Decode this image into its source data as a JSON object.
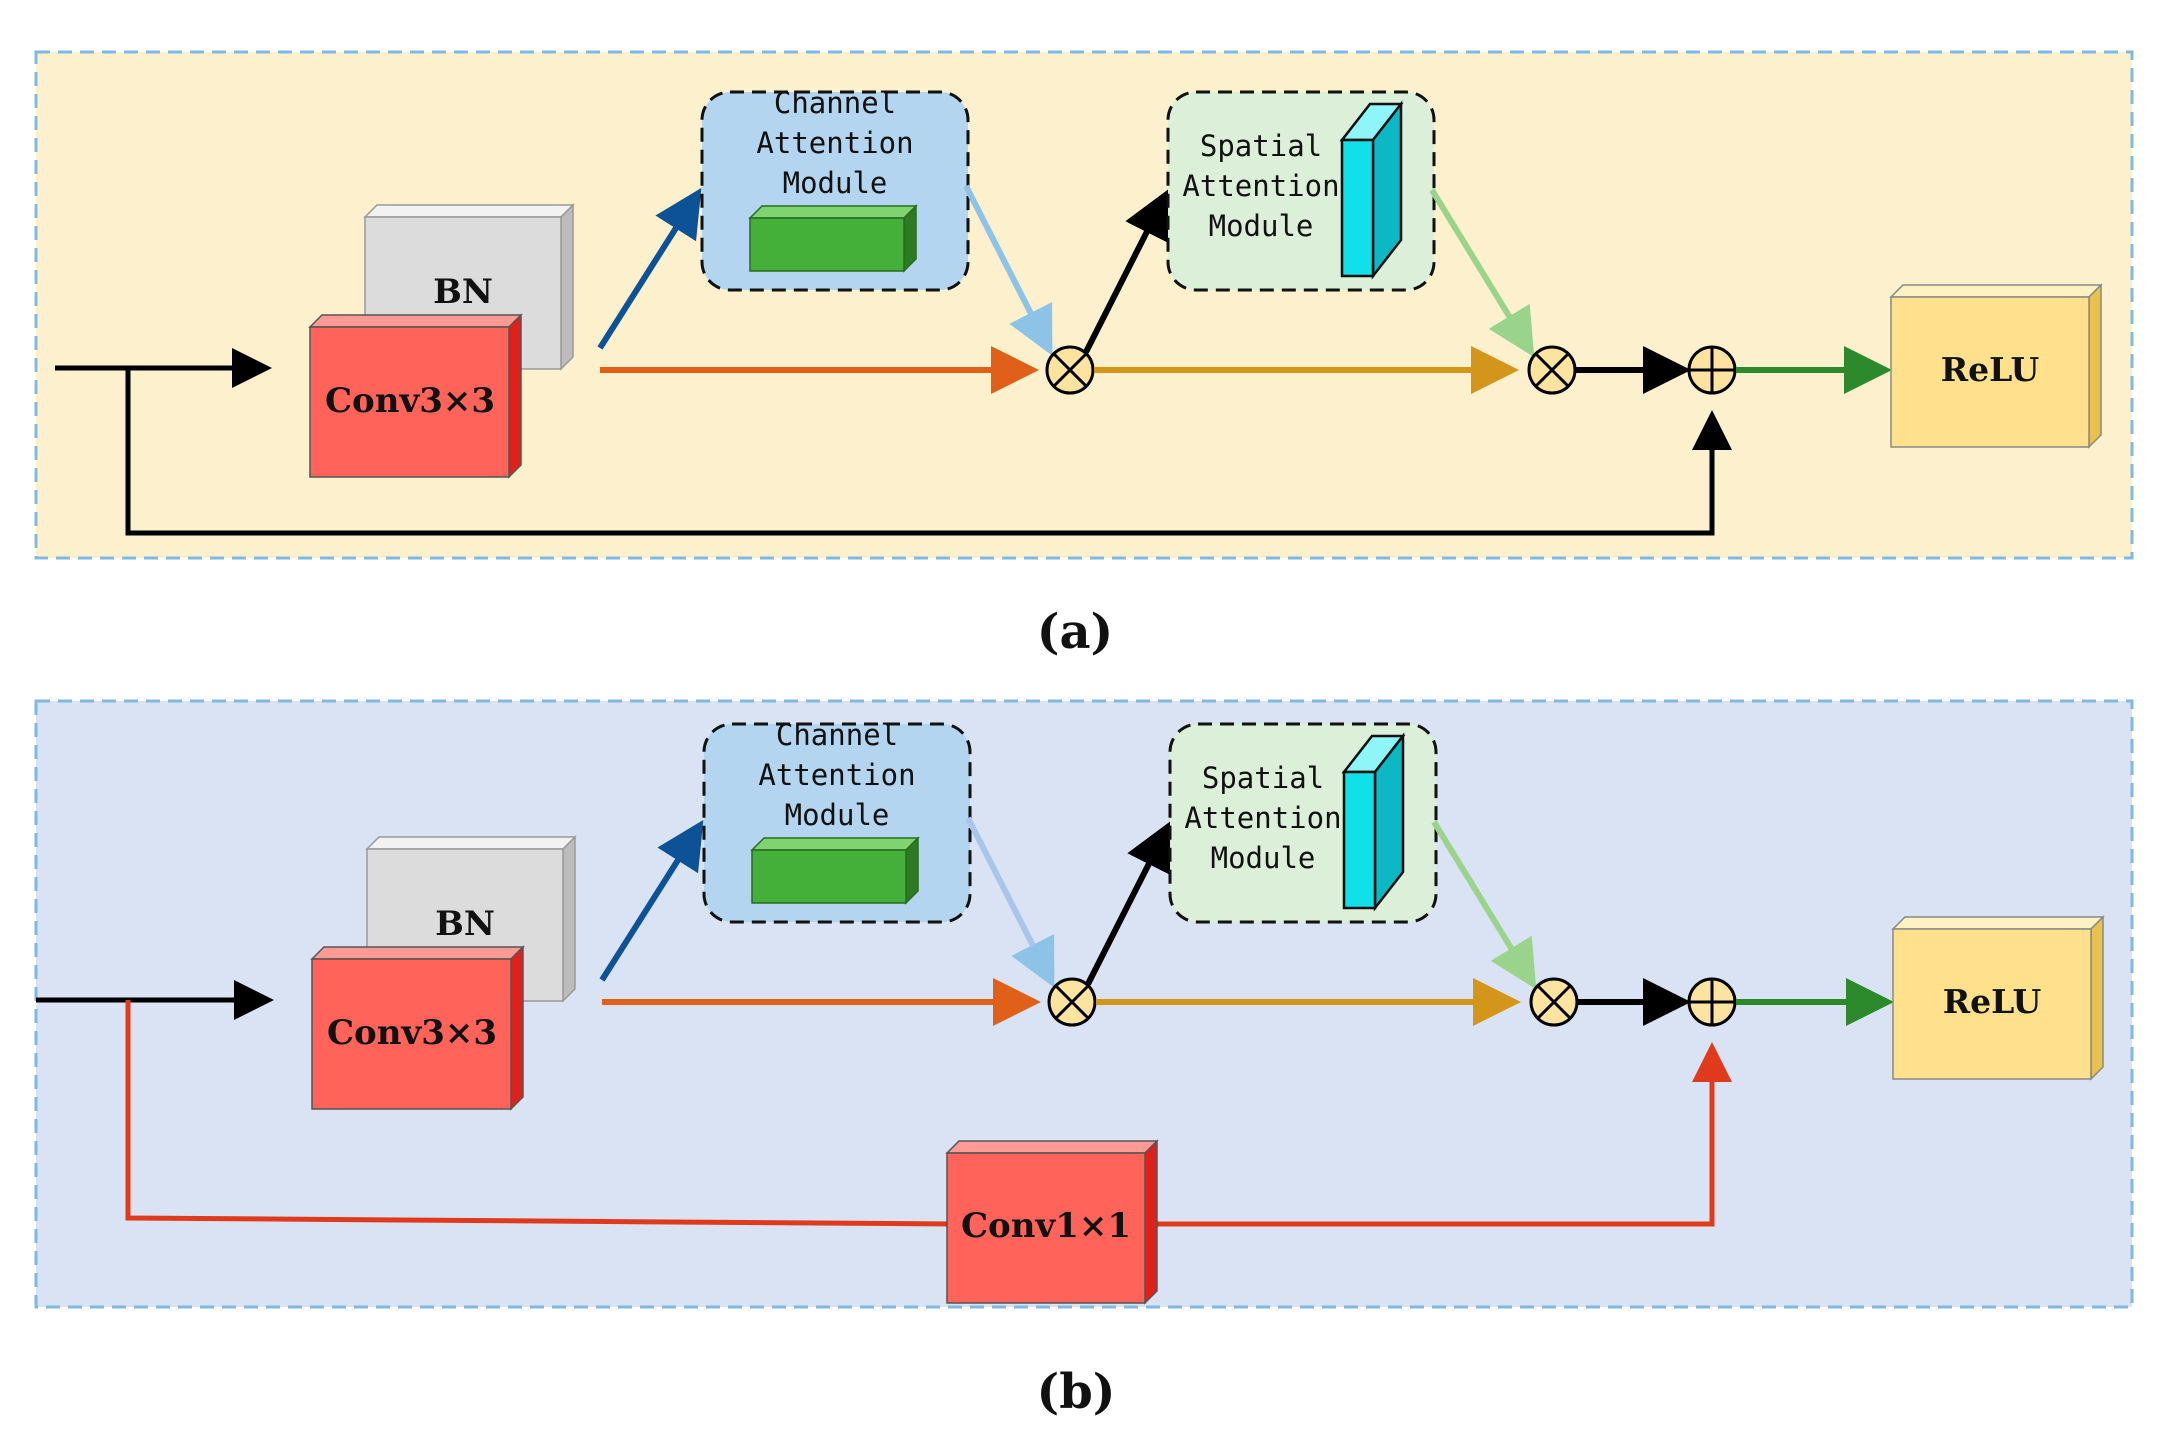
{
  "panels": [
    {
      "caption": "(a)",
      "bn_label": "BN",
      "conv_label": "Conv3×3",
      "cam_label": [
        "Channel",
        "Attention",
        "Module"
      ],
      "sam_label": [
        "Spatial",
        "Attention",
        "Module"
      ],
      "relu_label": "ReLU",
      "shortcut_label": ""
    },
    {
      "caption": "(b)",
      "bn_label": "BN",
      "conv_label": "Conv3×3",
      "cam_label": [
        "Channel",
        "Attention",
        "Module"
      ],
      "sam_label": [
        "Spatial",
        "Attention",
        "Module"
      ],
      "relu_label": "ReLU",
      "shortcut_label": "Conv1×1"
    }
  ],
  "colors": {
    "panel_a_bg": "#fdf0cc",
    "panel_b_bg": "#d9e3f3",
    "panel_border": "#7fb8e0",
    "conv": "#ff6359",
    "bn": "#dcdcdc",
    "cam_bg": "#b4d5ef",
    "cam_block": "#45b039",
    "sam_bg": "#dcefd9",
    "sam_block": "#10e0e8",
    "relu": "#ffe08c",
    "circle": "#fde3a0",
    "arrow_orange": "#e0601a",
    "arrow_gold": "#d4961a",
    "arrow_blue": "#0d5296",
    "arrow_lightblue": "#8ec3e8",
    "arrow_lightgreen": "#9ad48c",
    "arrow_green": "#2c8a2c",
    "arrow_red": "#e03a1c"
  }
}
